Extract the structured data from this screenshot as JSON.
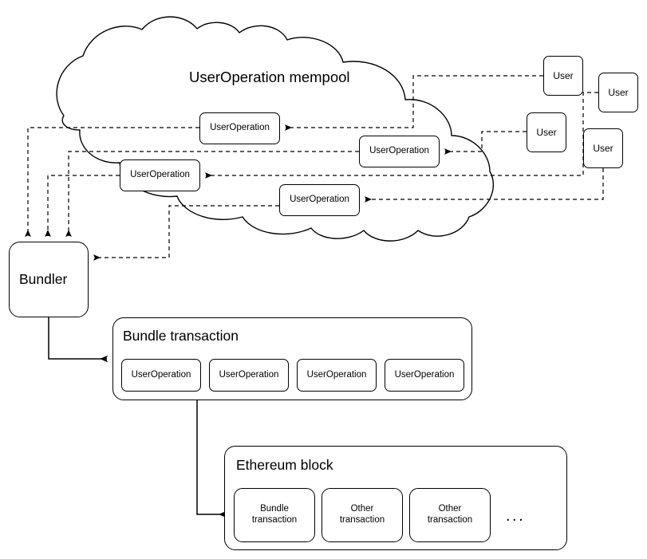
{
  "diagram": {
    "title": "UserOperation mempool",
    "background": "#ffffff",
    "stroke_color": "#000000"
  },
  "mempool": {
    "label": "UserOperation mempool",
    "shape": "cloud",
    "operations": [
      {
        "label": "UserOperation"
      },
      {
        "label": "UserOperation"
      },
      {
        "label": "UserOperation"
      },
      {
        "label": "UserOperation"
      }
    ]
  },
  "users": [
    {
      "label": "User"
    },
    {
      "label": "User"
    },
    {
      "label": "User"
    },
    {
      "label": "User"
    }
  ],
  "bundler": {
    "label": "Bundler"
  },
  "bundle_transaction": {
    "title": "Bundle transaction",
    "operations": [
      {
        "label": "UserOperation"
      },
      {
        "label": "UserOperation"
      },
      {
        "label": "UserOperation"
      },
      {
        "label": "UserOperation"
      }
    ]
  },
  "ethereum_block": {
    "title": "Ethereum block",
    "transactions": [
      {
        "label": "Bundle\ntransaction",
        "line1": "Bundle",
        "line2": "transaction"
      },
      {
        "label": "Other\ntransaction",
        "line1": "Other",
        "line2": "transaction"
      },
      {
        "label": "Other\ntransaction",
        "line1": "Other",
        "line2": "transaction"
      }
    ],
    "more_indicator": "..."
  },
  "connections": {
    "user_to_mempool_style": "dashed",
    "mempool_to_bundler_style": "dashed",
    "bundler_to_bundle_style": "solid",
    "bundle_to_block_style": "solid"
  }
}
